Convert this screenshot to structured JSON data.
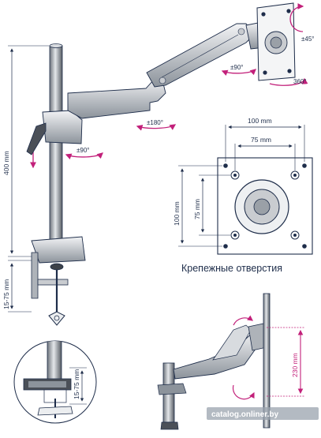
{
  "diagram": {
    "pole_height_label": "400 mm",
    "clamp_range_label": "15-75 mm",
    "detail_clamp_range_label": "15-75 mm",
    "rotation": {
      "tilt": "±45°",
      "swivel_head": "±90°",
      "rotate_head": "360°",
      "arm_swivel": "±180°",
      "pole_swivel": "±90°"
    },
    "vesa": {
      "outer_width": "100 mm",
      "inner_width": "75 mm",
      "outer_height": "100 mm",
      "inner_height": "75 mm",
      "caption": "Крепежные отверстия"
    },
    "arm_reach_label": "230 mm"
  },
  "watermark": "catalog.onliner.by",
  "colors": {
    "line": "#1e2d4a",
    "dimension": "#4a4f8a",
    "rotation_arrow": "#c2207a",
    "dimension_lines": "#c2207a"
  }
}
